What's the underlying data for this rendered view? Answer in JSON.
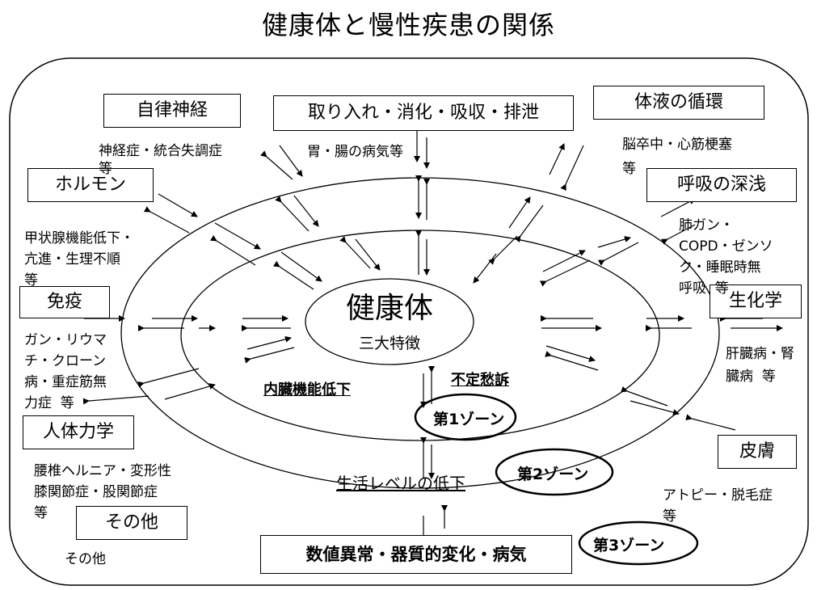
{
  "title": "健康体と慢性疾患の関係",
  "center": {
    "label": "健康体",
    "sub": "三大特徴"
  },
  "inner_labels": {
    "organ": "内臓機能低下",
    "complaint": "不定愁訴",
    "life": "生活レベルの低下"
  },
  "zones": {
    "z1": "第1ゾーン",
    "z2": "第2ゾーン",
    "z3": "第3ゾーン"
  },
  "boxes": {
    "autonomic": "自律神経",
    "intake": "取り入れ・消化・吸収・排泄",
    "fluid": "体液の循環",
    "hormone": "ホルモン",
    "breath": "呼吸の深浅",
    "immune": "免疫",
    "biochem": "生化学",
    "mechanics": "人体力学",
    "skin": "皮膚",
    "other": "その他",
    "abnormal": "数値異常・器質的変化・病気"
  },
  "notes": {
    "autonomic": "神経症・統合失調症\n等",
    "intake": "胃・腸の病気等",
    "fluid": "脳卒中・心筋梗塞\n等",
    "hormone": "甲状腺機能低下・\n亢進・生理不順\n等",
    "breath": "肺ガン・\nCOPD・ゼンソ\nク・睡眠時無\n呼吸  等",
    "immune": "ガン・リウマ\nチ・クローン\n病・重症筋無\n力症  等",
    "biochem": "肝臓病・腎\n臓病  等",
    "mechanics": "腰椎ヘルニア・変形性\n膝関節症・股関節症\n等",
    "skin": "アトピー・脱毛症\n等",
    "other": "その他"
  }
}
